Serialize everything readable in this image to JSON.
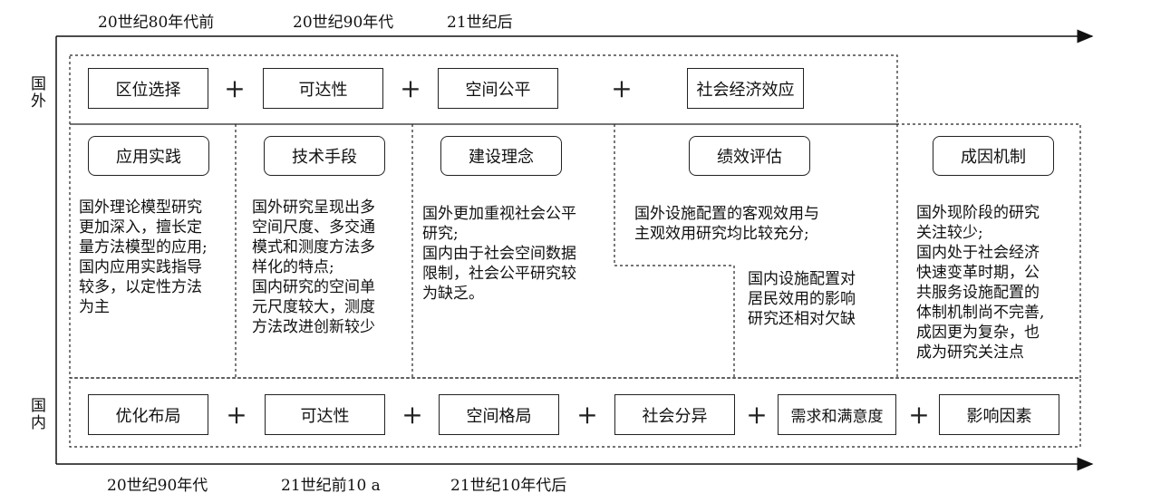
{
  "top_periods": [
    "20世纪80年代前",
    "20世纪90年代",
    "21世纪后"
  ],
  "bottom_periods": [
    "20世纪90年代",
    "21世纪前10 a",
    "21世纪10年代后"
  ],
  "labels": {
    "foreign": "国外",
    "domestic": "国内"
  },
  "foreign_stages": [
    "区位选择",
    "可达性",
    "空间公平",
    "社会经济效应"
  ],
  "domestic_stages": [
    "优化布局",
    "可达性",
    "空间格局",
    "社会分异",
    "需求和满意度",
    "影响因素"
  ],
  "plus_symbol": "+",
  "categories": [
    {
      "title": "应用实践",
      "text": "国外理论模型研究\n更加深入，擅长定\n量方法模型的应用;\n国内应用实践指导\n较多，以定性方法\n为主"
    },
    {
      "title": "技术手段",
      "text": "国外研究呈现出多\n空间尺度、多交通\n模式和测度方法多\n样化的特点;\n国内研究的空间单\n元尺度较大，测度\n方法改进创新较少"
    },
    {
      "title": "建设理念",
      "text": "国外更加重视社会公平\n研究;\n国内由于社会空间数据\n限制，社会公平研究较\n为缺乏。"
    },
    {
      "title": "绩效评估",
      "text": "国外设施配置的客观效用与\n主观效用研究均比较充分;",
      "text2": "国内设施配置对\n居民效用的影响\n研究还相对欠缺"
    },
    {
      "title": "成因机制",
      "text": "国外现阶段的研究\n关注较少;\n国内处于社会经济\n快速变革时期，公\n共服务设施配置的\n体制机制尚不完善,\n成因更为复杂，也\n成为研究关注点"
    }
  ]
}
